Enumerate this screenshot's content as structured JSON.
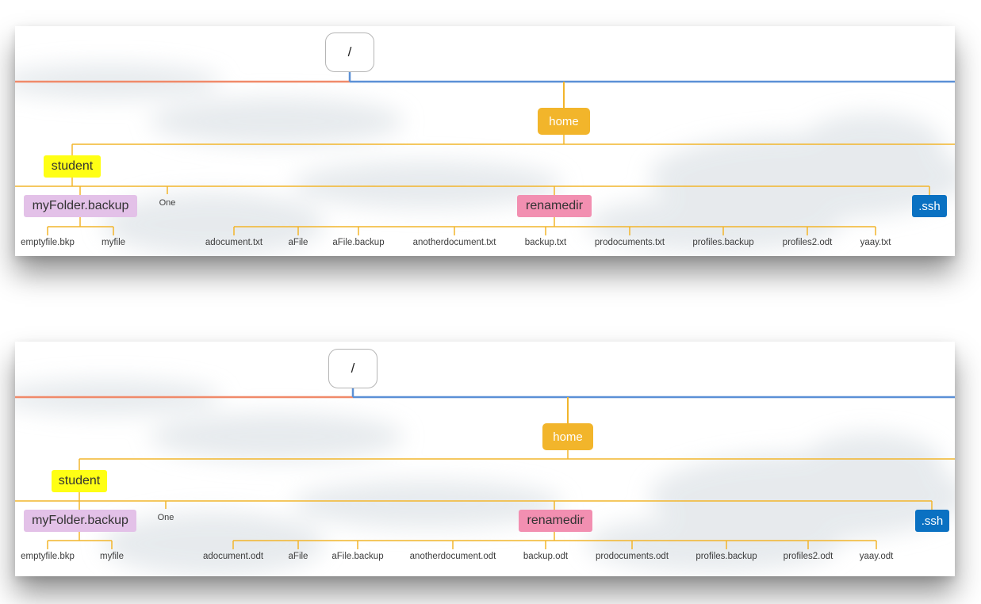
{
  "colors": {
    "root_left_branch": "#f08a6a",
    "root_right_branch": "#5b90d6",
    "home_branch": "#f2b52b",
    "home_node": "#f2b52b",
    "student_node": "#ffff14",
    "myfolder_node": "#e3c1e8",
    "renamedir_node": "#f28fb1",
    "ssh_node": "#0a71c2"
  },
  "trees": [
    {
      "root": "/",
      "home": "home",
      "student": "student",
      "myfolder": "myFolder.backup",
      "one": "One",
      "renamedir": "renamedir",
      "ssh": ".ssh",
      "myfolder_children": [
        "emptyfile.bkp",
        "myfile"
      ],
      "renamedir_children": [
        "adocument.txt",
        "aFile",
        "aFile.backup",
        "anotherdocument.txt",
        "backup.txt",
        "prodocuments.txt",
        "profiles.backup",
        "profiles2.odt",
        "yaay.txt"
      ]
    },
    {
      "root": "/",
      "home": "home",
      "student": "student",
      "myfolder": "myFolder.backup",
      "one": "One",
      "renamedir": "renamedir",
      "ssh": ".ssh",
      "myfolder_children": [
        "emptyfile.bkp",
        "myfile"
      ],
      "renamedir_children": [
        "adocument.odt",
        "aFile",
        "aFile.backup",
        "anotherdocument.odt",
        "backup.odt",
        "prodocuments.odt",
        "profiles.backup",
        "profiles2.odt",
        "yaay.odt"
      ]
    }
  ]
}
